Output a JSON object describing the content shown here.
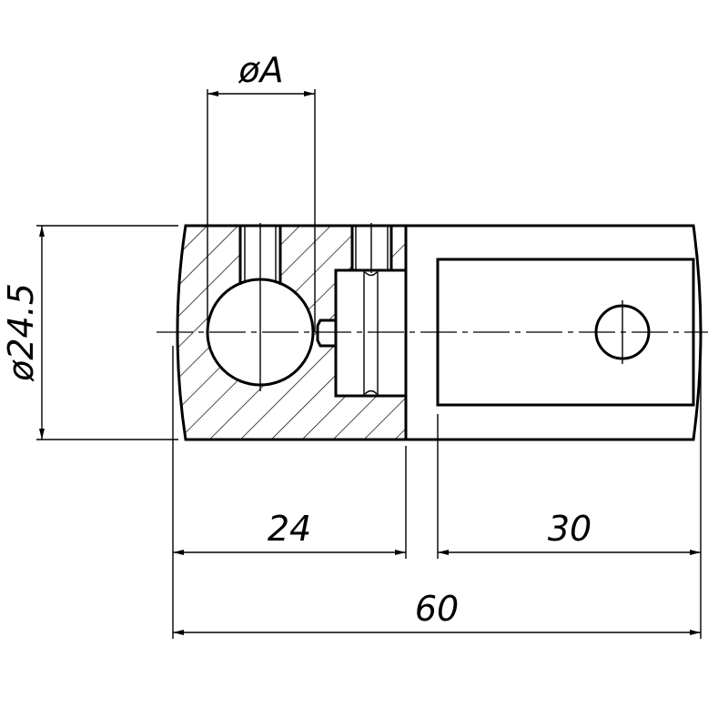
{
  "drawing": {
    "dimensions": {
      "bore_diameter": "øA",
      "outer_diameter": "ø24.5",
      "section_length": "24",
      "slot_length": "30",
      "overall_length": "60"
    }
  }
}
